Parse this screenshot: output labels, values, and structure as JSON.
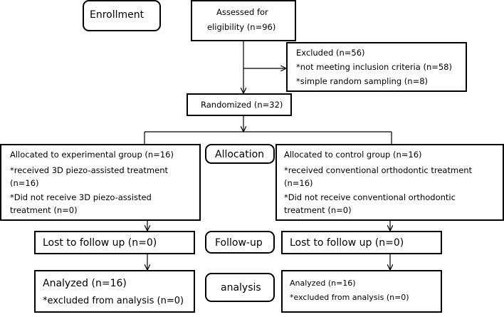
{
  "enrollment": {
    "label": "Enrollment"
  },
  "assessed": {
    "line1": "Assessed for",
    "line2": "eligibility (n=96)"
  },
  "excluded": {
    "line1": "Excluded (n=56)",
    "line2": "*not meeting inclusion criteria (n=58)",
    "line3": "*simple random sampling (n=8)"
  },
  "randomized": {
    "label": "Randomized (n=32)"
  },
  "allocation": {
    "label": "Allocation"
  },
  "experimental": {
    "line1": "Allocated to experimental group (n=16)",
    "line2": "*received 3D piezo-assisted  treatment",
    "line3": "(n=16)",
    "line4": "*Did not receive 3D piezo-assisted",
    "line5": "treatment (n=0)"
  },
  "control": {
    "line1": "Allocated to control group (n=16)",
    "line2": "*received conventional orthodontic treatment",
    "line3": "(n=16)",
    "line4": "*Did not receive conventional orthodontic",
    "line5": "treatment (n=0)"
  },
  "followup": {
    "label": "Follow-up"
  },
  "lost_left": {
    "label": "Lost to follow up (n=0)"
  },
  "lost_right": {
    "label": "Lost to follow up (n=0)"
  },
  "analysis": {
    "label": "analysis"
  },
  "analyzed_left": {
    "line1": "Analyzed (n=16)",
    "line2": "*excluded from analysis (n=0)"
  },
  "analyzed_right": {
    "line1": "Analyzed (n=16)",
    "line2": "*excluded from analysis (n=0)"
  }
}
